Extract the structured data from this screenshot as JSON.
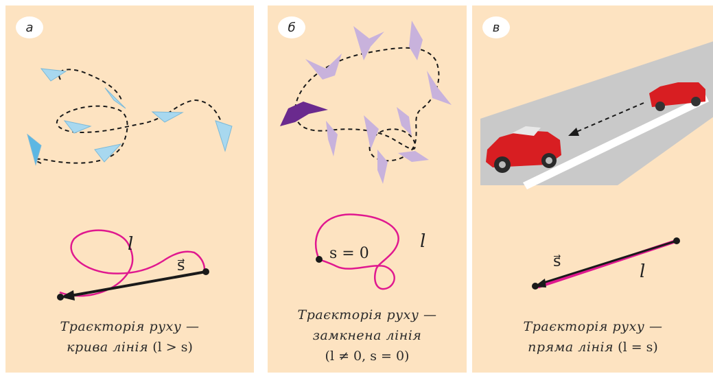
{
  "panels": [
    {
      "badge": "а",
      "path_label": "l",
      "vector_label": "s⃗",
      "caption_line1": "Траєкторія руху —",
      "caption_line2": "крива лінія",
      "caption_formula": "(l > s)"
    },
    {
      "badge": "б",
      "path_label": "l",
      "displacement_label": "s = 0",
      "caption_line1": "Траєкторія руху —",
      "caption_line2": "замкнена лінія",
      "caption_formula": "(l ≠ 0,  s = 0)"
    },
    {
      "badge": "в",
      "path_label": "l",
      "vector_label": "s⃗",
      "caption_line1": "Траєкторія руху —",
      "caption_line2": "пряма лінія",
      "caption_formula": "(l = s)"
    }
  ],
  "colors": {
    "panel_bg": "#fde3c1",
    "trajectory": "#e0188f",
    "vector": "#1a1a1a",
    "plane": "#a8d8ef",
    "bird": "#c8b2dc",
    "bird_dark": "#6a2a8e",
    "car": "#d81e22",
    "road": "#c9c9c9"
  },
  "icons": [
    "paper-plane-icon",
    "bird-icon",
    "car-icon"
  ]
}
